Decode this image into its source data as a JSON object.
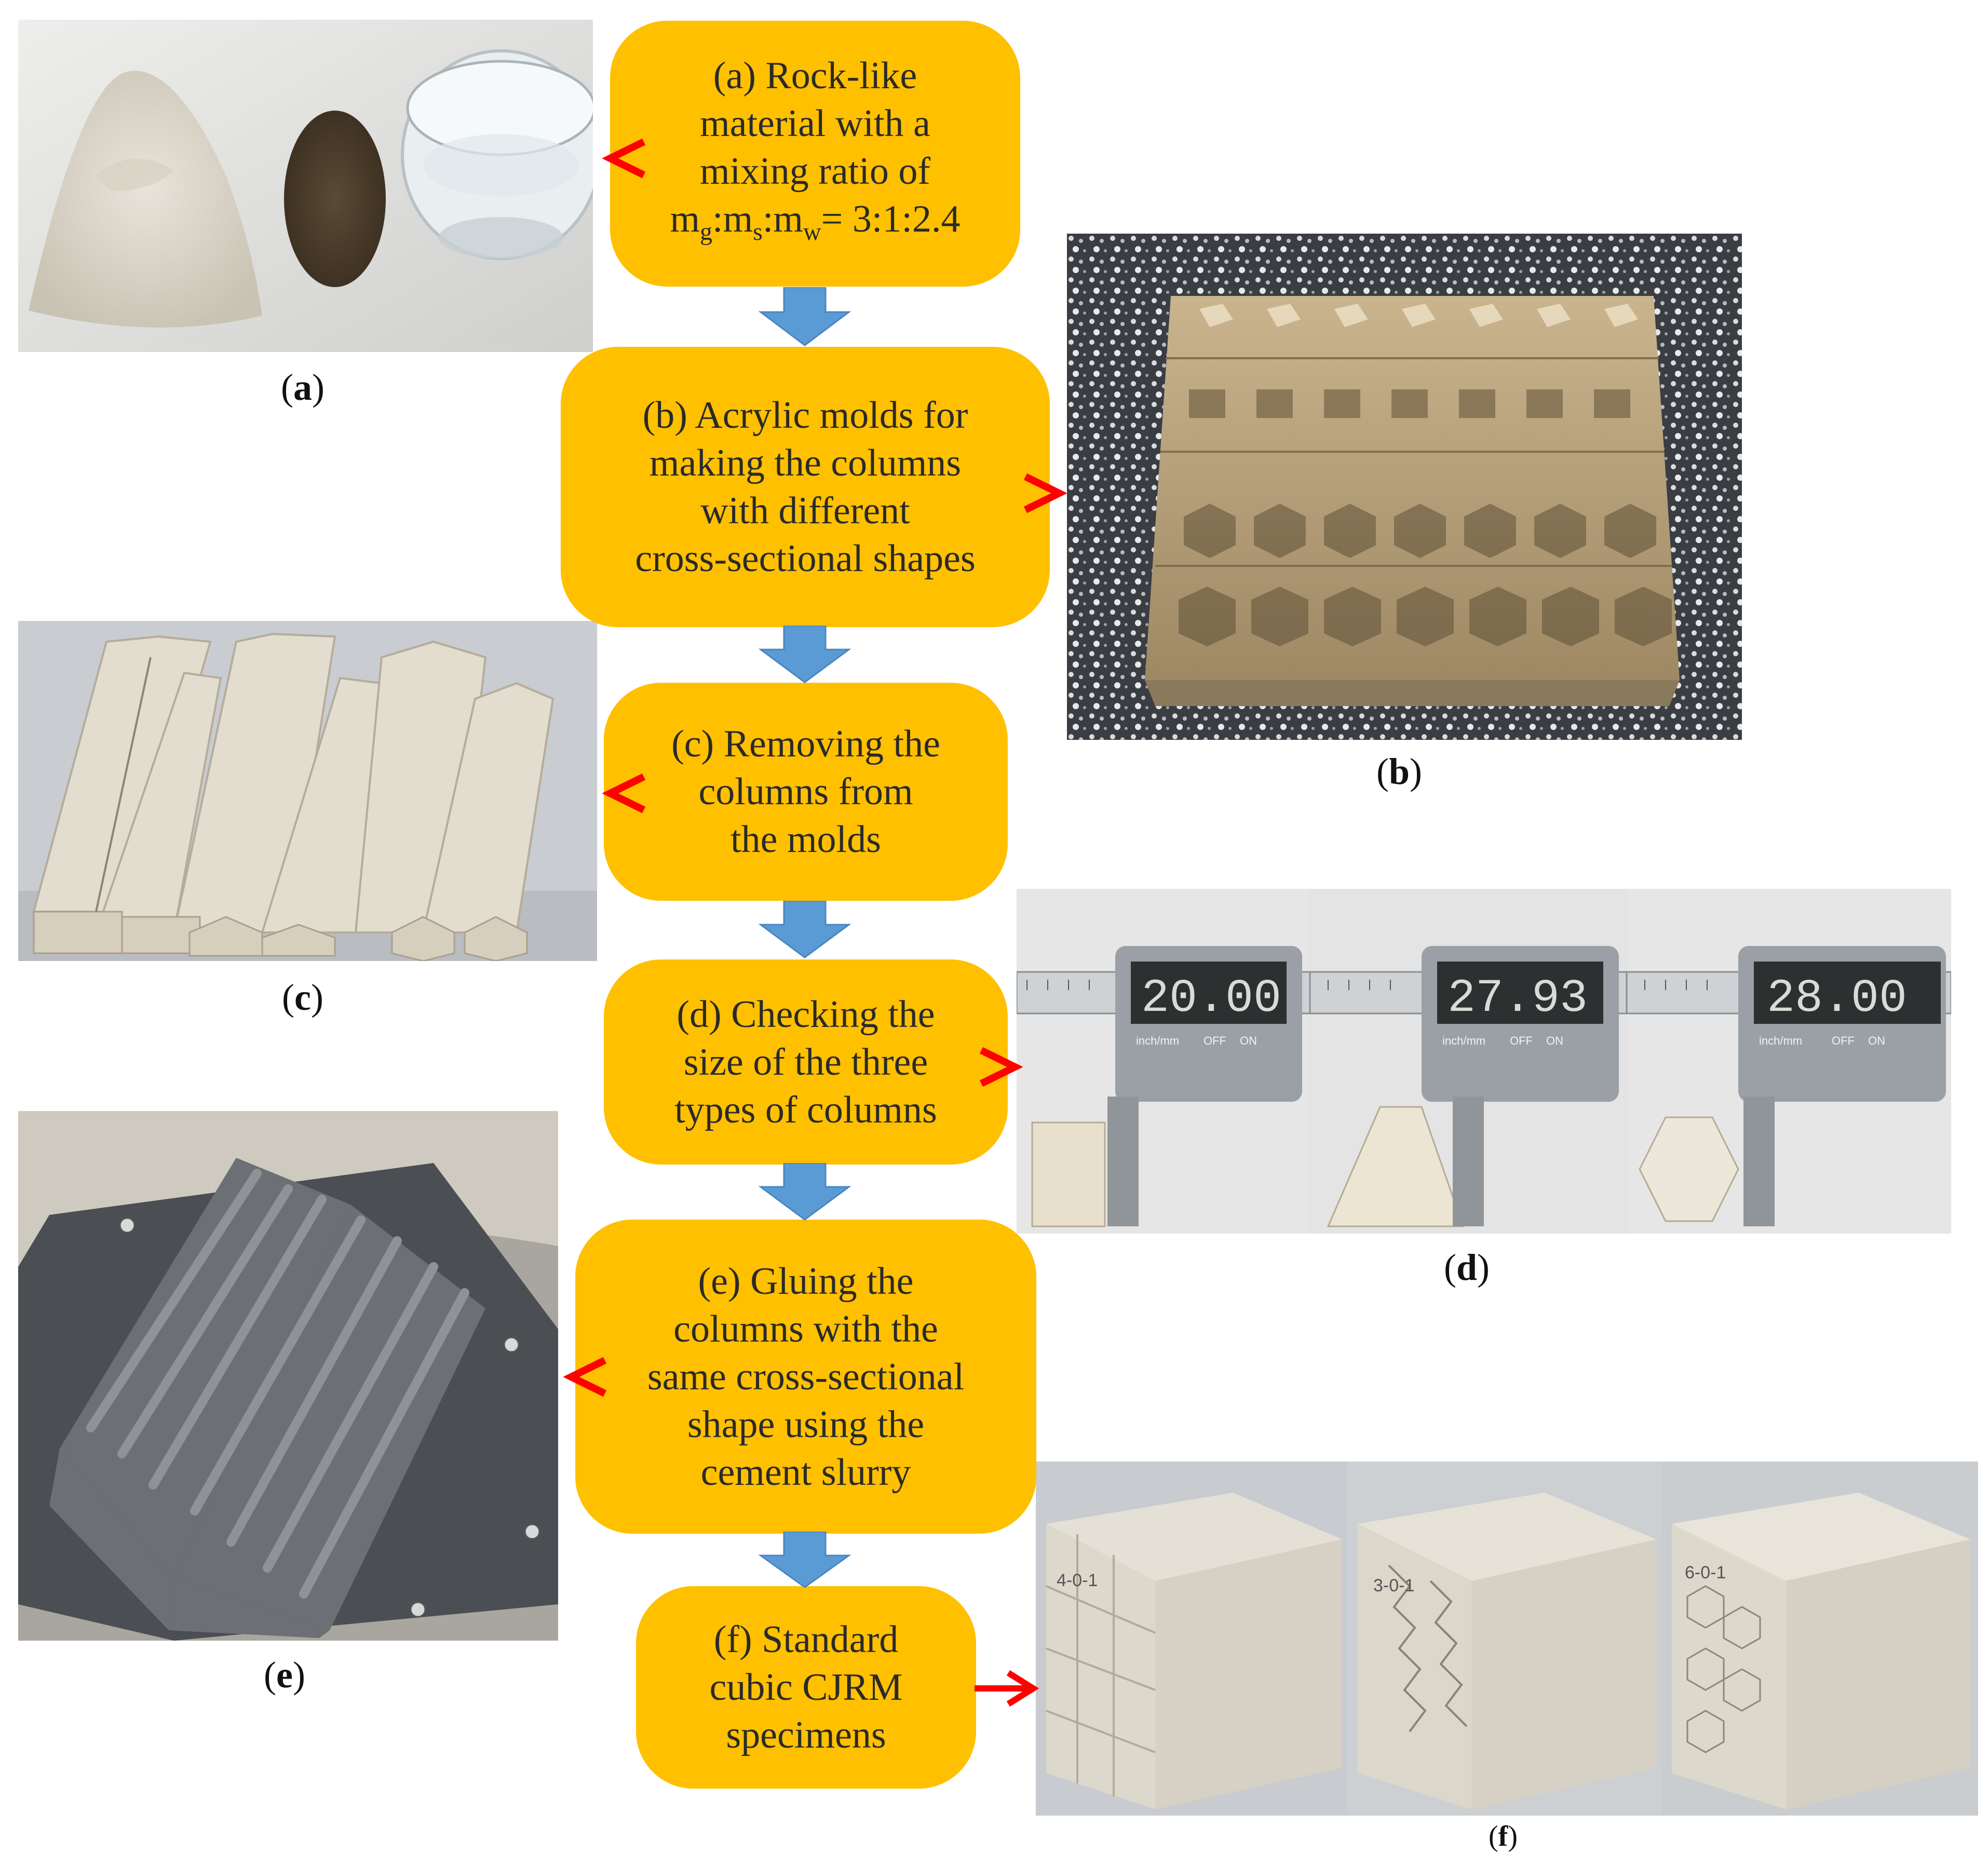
{
  "steps": {
    "a": {
      "before": "(a) Rock-like\nmaterial with a\nmixing ratio of\n",
      "formula_parts": [
        "m",
        "g",
        ":m",
        "s",
        ":m",
        "w",
        "= 3:1:2.4"
      ]
    },
    "b": "(b) Acrylic molds for\nmaking the columns\nwith different\ncross-sectional shapes",
    "c": "(c) Removing the\ncolumns from\nthe molds",
    "d": "(d) Checking the\nsize of the three\ntypes of columns",
    "e": "(e) Gluing the\ncolumns with the\nsame cross-sectional\nshape using the\ncement slurry",
    "f": "(f) Standard\ncubic CJRM\nspecimens"
  },
  "captions": {
    "a": {
      "open": "(",
      "letter": "a",
      "close": ")"
    },
    "b": {
      "open": "(",
      "letter": "b",
      "close": ")"
    },
    "c": {
      "open": "(",
      "letter": "c",
      "close": ")"
    },
    "d": {
      "open": "(",
      "letter": "d",
      "close": ")"
    },
    "e": {
      "open": "(",
      "letter": "e",
      "close": ")"
    },
    "f": {
      "open": "(",
      "letter": "f",
      "close": ")"
    }
  },
  "caliper_readings": [
    "20.00",
    "27.93",
    "28.00"
  ],
  "caliper_unit_labels": [
    "inch/mm",
    "OFF",
    "ON"
  ],
  "specimen_marks": [
    "4-0-1",
    "3-0-1",
    "6-0-1"
  ],
  "colors": {
    "step_fill": "#FFC000",
    "down_arrow": "#5B9BD5",
    "pointer_arrow": "#FF0000"
  }
}
